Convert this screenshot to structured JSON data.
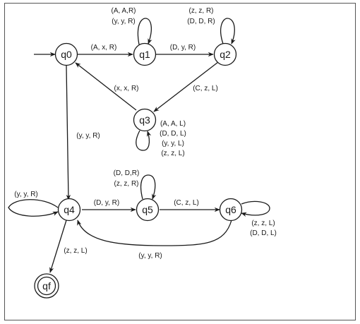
{
  "states": [
    {
      "id": "q0",
      "label": "q0"
    },
    {
      "id": "q1",
      "label": "q1"
    },
    {
      "id": "q2",
      "label": "q2"
    },
    {
      "id": "q3",
      "label": "q3"
    },
    {
      "id": "q4",
      "label": "q4"
    },
    {
      "id": "q5",
      "label": "q5"
    },
    {
      "id": "q6",
      "label": "q6"
    },
    {
      "id": "qf",
      "label": "qf",
      "accepting": true
    }
  ],
  "start_state": "q0",
  "transitions": [
    {
      "id": "q0-q1",
      "from": "q0",
      "to": "q1",
      "labels": [
        "(A, x, R)"
      ]
    },
    {
      "id": "q1-q2",
      "from": "q1",
      "to": "q2",
      "labels": [
        "(D, y, R)"
      ]
    },
    {
      "id": "q1-q1",
      "from": "q1",
      "to": "q1",
      "labels": [
        "(A, A,R)",
        "(y, y, R)"
      ]
    },
    {
      "id": "q2-q2",
      "from": "q2",
      "to": "q2",
      "labels": [
        "(z, z, R)",
        "(D, D, R)"
      ]
    },
    {
      "id": "q2-q3",
      "from": "q2",
      "to": "q3",
      "labels": [
        "(C, z, L)"
      ]
    },
    {
      "id": "q3-q0",
      "from": "q3",
      "to": "q0",
      "labels": [
        "(x, x, R)"
      ]
    },
    {
      "id": "q3-q3",
      "from": "q3",
      "to": "q3",
      "labels": [
        "(A, A, L)",
        "(D, D, L)",
        "(y, y, L)",
        "(z, z, L)"
      ]
    },
    {
      "id": "q0-q4",
      "from": "q0",
      "to": "q4",
      "labels": [
        "(y, y, R)"
      ]
    },
    {
      "id": "q4-q4",
      "from": "q4",
      "to": "q4",
      "labels": [
        "(y, y, R)"
      ]
    },
    {
      "id": "q4-q5",
      "from": "q4",
      "to": "q5",
      "labels": [
        "(D, y, R)"
      ]
    },
    {
      "id": "q5-q5",
      "from": "q5",
      "to": "q5",
      "labels": [
        "(D, D,R)",
        "(z, z, R)"
      ]
    },
    {
      "id": "q5-q6",
      "from": "q5",
      "to": "q6",
      "labels": [
        "(C, z, L)"
      ]
    },
    {
      "id": "q6-q6",
      "from": "q6",
      "to": "q6",
      "labels": [
        "(z, z, L)",
        "(D, D, L)"
      ]
    },
    {
      "id": "q6-q4",
      "from": "q6",
      "to": "q4",
      "labels": [
        "(y, y, R)"
      ]
    },
    {
      "id": "q4-qf",
      "from": "q4",
      "to": "qf",
      "labels": [
        "(z, z, L)"
      ]
    }
  ],
  "colors": {
    "stroke": "#1a1a1a",
    "fill": "#ffffff",
    "frame": "#555555"
  }
}
